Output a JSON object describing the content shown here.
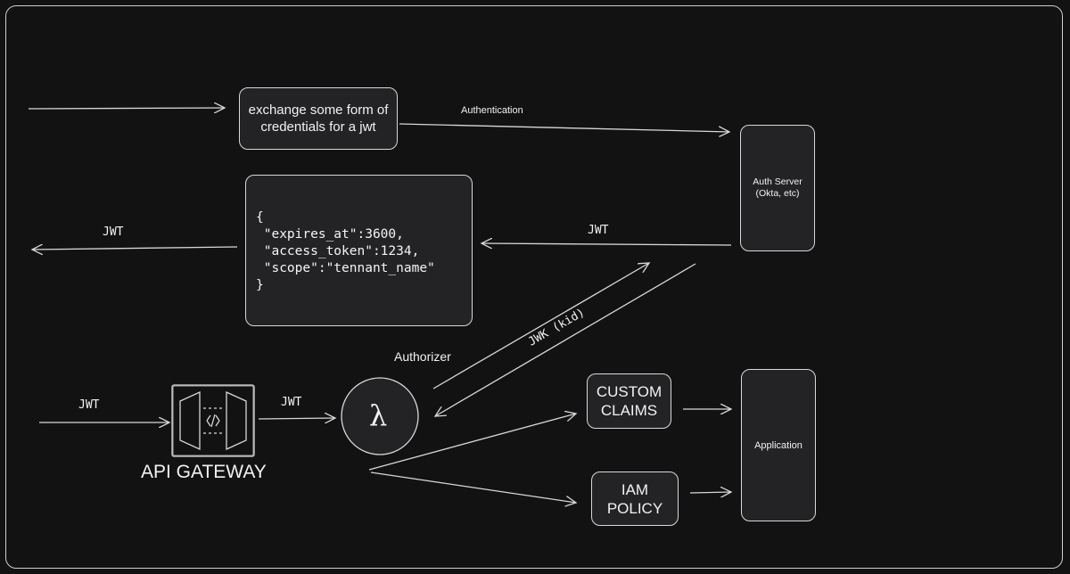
{
  "exchange_box": {
    "line1": "exchange some form of",
    "line2": "credentials for a jwt"
  },
  "authentication_label": "Authentication",
  "auth_server": {
    "line1": "Auth Server",
    "line2": "(Okta, etc)"
  },
  "jwt_payload": {
    "open": "{",
    "line1": " \"expires_at\":3600,",
    "line2": " \"access_token\":1234,",
    "line3": " \"scope\":\"tennant_name\"",
    "close": "}"
  },
  "jwt_label_left": "JWT",
  "jwt_label_right": "JWT",
  "jwt_label_input": "JWT",
  "jwt_label_gateway": "JWT",
  "authorizer_label": "Authorizer",
  "lambda_symbol": "λ",
  "jwk_label": "JWK (kid)",
  "api_gateway_label": "API GATEWAY",
  "custom_claims": {
    "line1": "CUSTOM",
    "line2": "CLAIMS"
  },
  "iam_policy": {
    "line1": "IAM",
    "line2": "POLICY"
  },
  "application_label": "Application",
  "colors": {
    "background": "#121212",
    "box_fill": "#232326",
    "stroke": "#d8d8d8",
    "text": "#f2f2f2"
  }
}
